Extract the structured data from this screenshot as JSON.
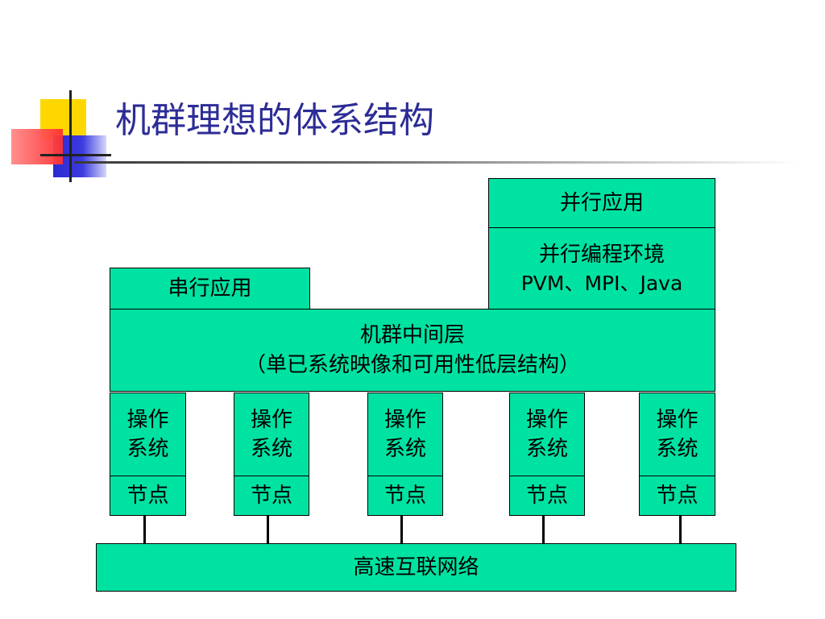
{
  "slide": {
    "title": "机群理想的体系结构"
  },
  "diagram": {
    "parallel_app": "并行应用",
    "parallel_env": {
      "line1": "并行编程环境",
      "line2": "PVM、MPI、Java"
    },
    "serial_app": "串行应用",
    "middleware": {
      "line1": "机群中间层",
      "line2": "（单已系统映像和可用性低层结构）"
    },
    "nodes": [
      {
        "os_line1": "操作",
        "os_line2": "系统",
        "node": "节点"
      },
      {
        "os_line1": "操作",
        "os_line2": "系统",
        "node": "节点"
      },
      {
        "os_line1": "操作",
        "os_line2": "系统",
        "node": "节点"
      },
      {
        "os_line1": "操作",
        "os_line2": "系统",
        "node": "节点"
      },
      {
        "os_line1": "操作",
        "os_line2": "系统",
        "node": "节点"
      }
    ],
    "network": "高速互联网络"
  },
  "colors": {
    "box_fill": "#00e2a2",
    "title": "#2c2c96"
  }
}
